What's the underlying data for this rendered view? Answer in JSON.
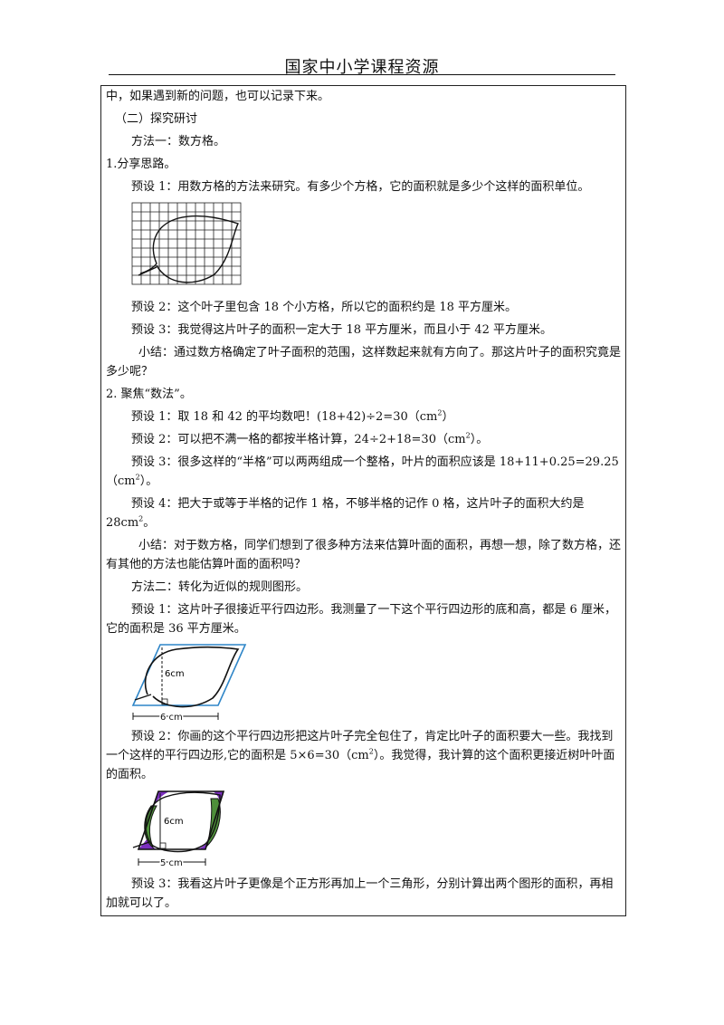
{
  "header": {
    "title": "国家中小学课程资源"
  },
  "paragraphs": {
    "p1": "中，如果遇到新的问题，也可以记录下来。",
    "p2": "（二）探究研讨",
    "p3": "方法一：数方格。",
    "p4": "1.分享思路。",
    "p5": "预设 1：用数方格的方法来研究。有多少个方格，它的面积就是多少个这样的面积单位。",
    "p6": "预设 2：这个叶子里包含 18 个小方格，所以它的面积约是 18 平方厘米。",
    "p7": "预设 3：我觉得这片叶子的面积一定大于 18 平方厘米，而且小于 42 平方厘米。",
    "p8": "小结：通过数方格确定了叶子面积的范围，这样数起来就有方向了。那这片叶子的面积究竟是多少呢？",
    "p9": "2. 聚焦“数法”。",
    "p10": "预设 1：取 18 和 42 的平均数吧！(18+42)÷2=30（cm",
    "p11": "预设 2：可以把不满一格的都按半格计算，24÷2+18=30（cm",
    "p12": "预设 3：很多这样的“半格”可以两两组成一个整格，叶片的面积应该是 18+11+0.25=29.25（cm",
    "p13": "预设 4：把大于或等于半格的记作 1 格，不够半格的记作 0 格，这片叶子的面积大约是 28cm",
    "p14": "小结：对于数方格，同学们想到了很多种方法来估算叶面的面积，再想一想，除了数方格，还有其他的方法也能估算叶面的面积吗？",
    "p15": "方法二：转化为近似的规则图形。",
    "p16": "预设 1：这片叶子很接近平行四边形。我测量了一下这个平行四边形的底和高，都是 6 厘米，它的面积是 36 平方厘米。",
    "p17": "预设 2：你画的这个平行四边形把这片叶子完全包住了，肯定比叶子的面积要大一些。我找到一个这样的平行四边形,它的面积是 5×6=30（cm",
    "p17b": "）。我觉得，我计算的这个面积更接近树叶叶面的面积。",
    "p18": "预设 3：我看这片叶子更像是个正方形再加上一个三角形，分别计算出两个图形的面积，再相加就可以了。",
    "close": "）",
    "close_dot": "）。",
    "sq": "2",
    "dot": "。"
  },
  "figures": {
    "fig2_label_h": "6cm",
    "fig2_label_b": "6 cm",
    "fig3_label_h": "6cm",
    "fig3_label_b": "5 cm"
  },
  "colors": {
    "leaf_green": "#4e8f3a",
    "corner_purple": "#7b2fbf",
    "parallelogram_blue": "#2f86c8"
  }
}
